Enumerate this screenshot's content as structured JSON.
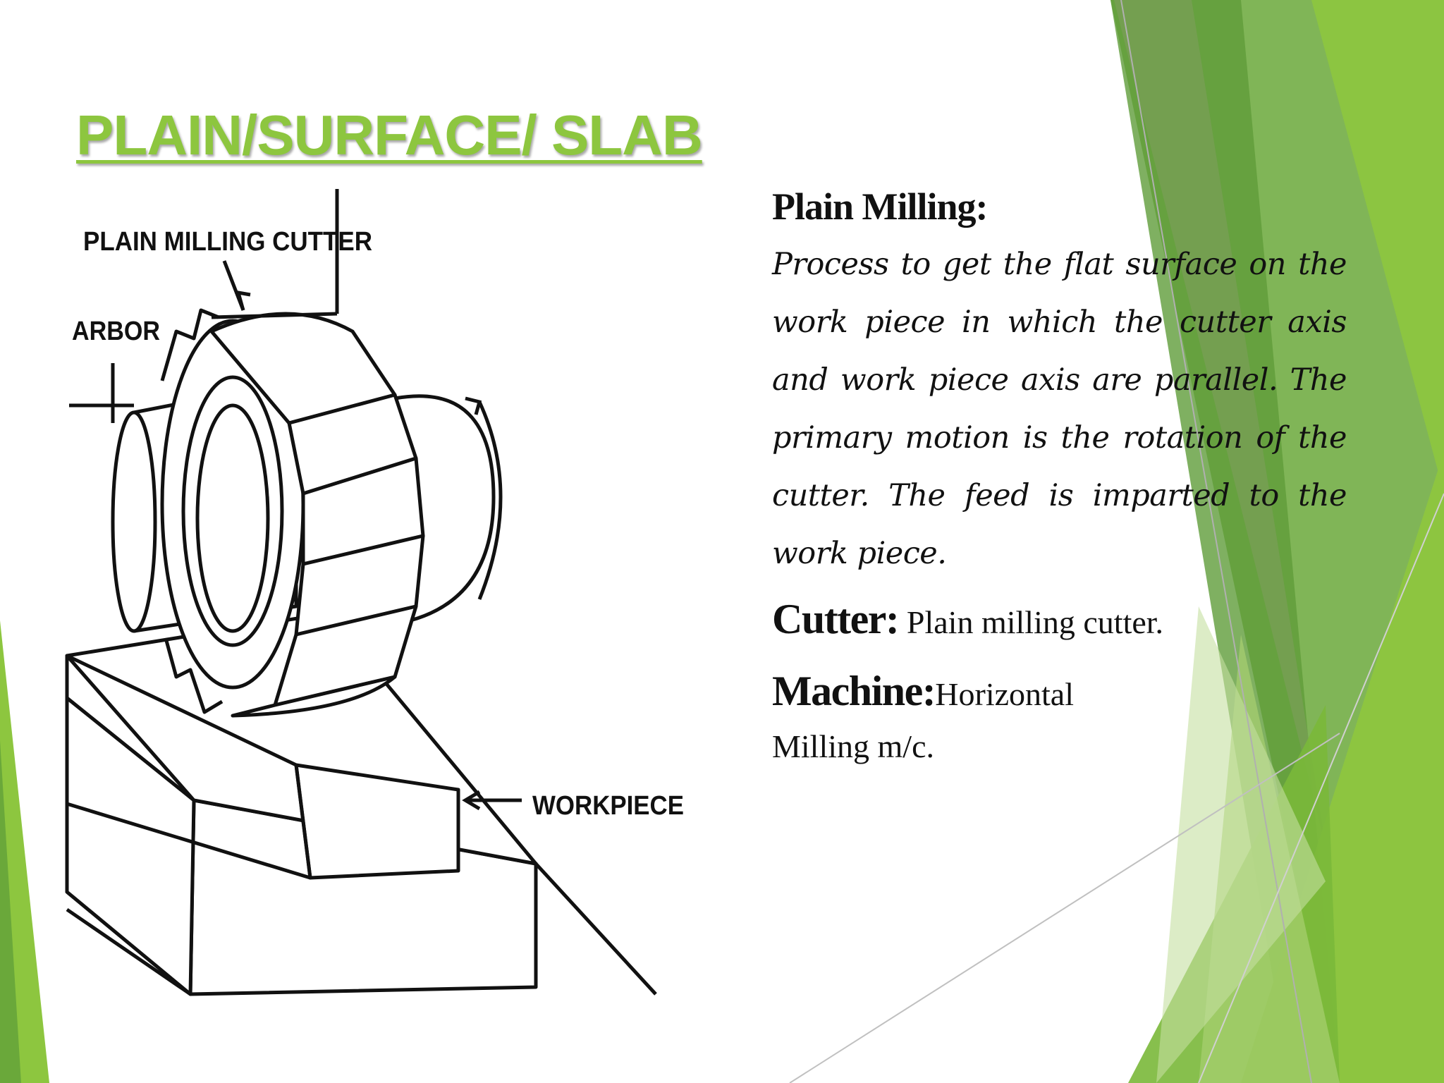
{
  "slide": {
    "title": "PLAIN/SURFACE/ SLAB",
    "accent_color": "#8dc63f",
    "dark_accent_color": "#5a9a2a"
  },
  "diagram": {
    "labels": {
      "cutter": "PLAIN MILLING CUTTER",
      "arbor": "ARBOR",
      "workpiece": "WORKPIECE"
    }
  },
  "content": {
    "heading": "Plain Milling:",
    "description": "Process to get the flat surface  on the work piece in which  the cutter axis and work  piece axis are parallel. The primary motion is the  rotation of the cutter. The  feed is imparted to the work  piece.",
    "cutter_label": "Cutter:",
    "cutter_value": " Plain milling cutter.",
    "machine_label": "Machine:",
    "machine_value": "Horizontal",
    "machine_value_2": "Milling m/c."
  }
}
